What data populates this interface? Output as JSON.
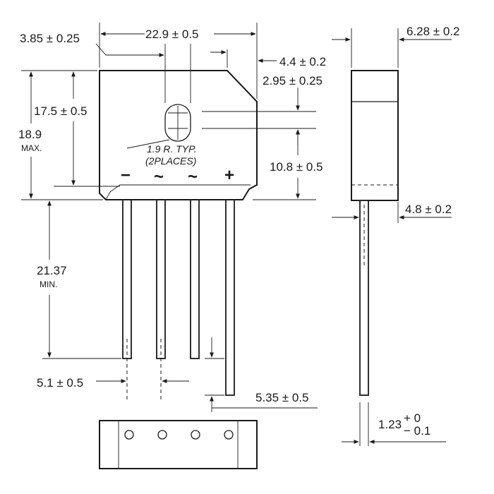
{
  "drawing": {
    "dimensions": {
      "width_total": "22.9 ± 0.5",
      "left_offset": "3.85 ± 0.25",
      "chamfer": "4.4 ± 0.2",
      "hole_from_top": "2.95 ± 0.25",
      "body_height": "17.5 ± 0.5",
      "max_height_value": "18.9",
      "max_height_note": "MAX.",
      "hole_to_bottom": "10.8 ± 0.5",
      "lead_length_value": "21.37",
      "lead_length_note": "MIN.",
      "pitch_outer": "5.1 ± 0.5",
      "lead_offset": "5.35 ± 0.5",
      "thickness": "6.28 ± 0.2",
      "side_lead_pos": "4.8  ± 0.2",
      "lead_thickness_value": "1.23",
      "lead_thickness_tol_plus": "+ 0",
      "lead_thickness_tol_minus": "− 0.1"
    },
    "hole_note_line1": "1.9 R. TYP.",
    "hole_note_line2": "(2PLACES)",
    "pin_markings": [
      "−",
      "~",
      "~",
      "+"
    ]
  }
}
